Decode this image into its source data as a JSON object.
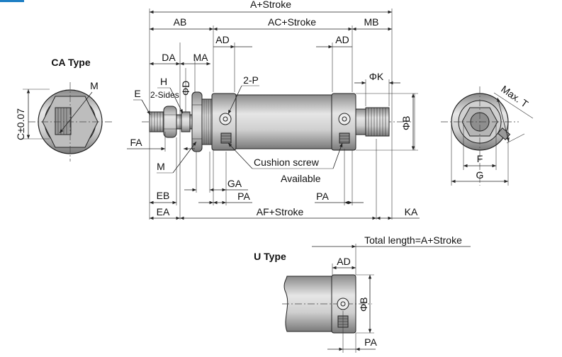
{
  "labels": {
    "a_stroke": "A+Stroke",
    "ab": "AB",
    "ac_stroke": "AC+Stroke",
    "mb": "MB",
    "ad_left": "AD",
    "ad_right": "AD",
    "da": "DA",
    "ma": "MA",
    "phi_d": "ΦD",
    "two_p": "2-P",
    "phi_k": "ΦK",
    "h": "H",
    "two_sides": "2-Sides",
    "e": "E",
    "fa": "FA",
    "m_left": "M",
    "phi_b": "ΦB",
    "cushion_screw": "Cushion screw",
    "available": "Available",
    "ga": "GA",
    "pa_left": "PA",
    "pa_right": "PA",
    "eb": "EB",
    "ea": "EA",
    "af_stroke": "AF+Stroke",
    "ka": "KA",
    "ca_type": "CA Type",
    "m_ca": "M",
    "c_tol": "C±0.07",
    "max_t": "Max. T",
    "f": "F",
    "g": "G",
    "u_type": "U Type",
    "total_length": "Total length=A+Stroke",
    "ad_u": "AD",
    "phi_b_u": "ΦB",
    "pa_u": "PA"
  }
}
